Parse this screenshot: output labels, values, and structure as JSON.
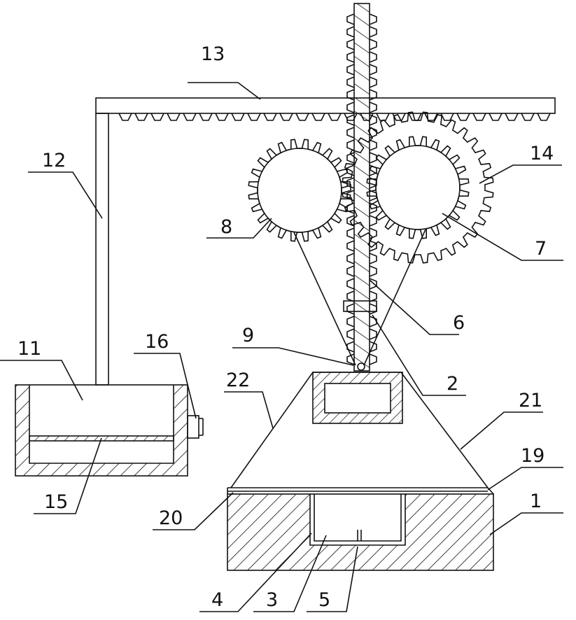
{
  "figure": {
    "background": "#ffffff",
    "ink": "#111111",
    "labels": {
      "p1": "1",
      "p2": "2",
      "p3": "3",
      "p4": "4",
      "p5": "5",
      "p6": "6",
      "p7": "7",
      "p8": "8",
      "p9": "9",
      "p11": "11",
      "p12": "12",
      "p13": "13",
      "p14": "14",
      "p15": "15",
      "p16": "16",
      "p19": "19",
      "p20": "20",
      "p21": "21",
      "p22": "22"
    }
  }
}
